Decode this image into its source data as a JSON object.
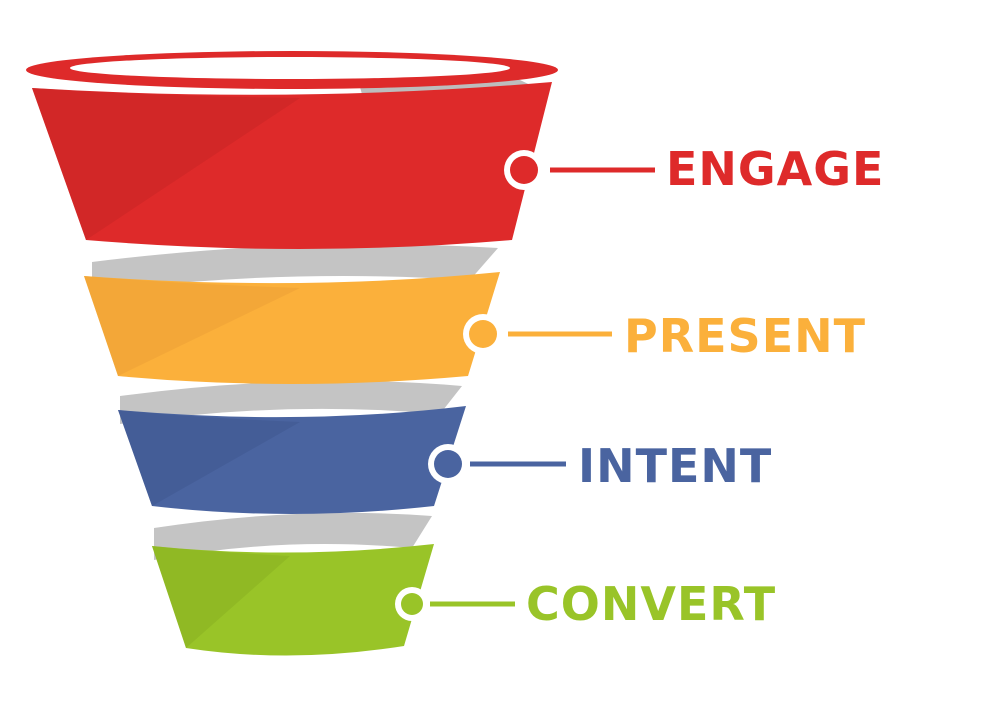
{
  "stages": [
    {
      "label": "ENGAGE",
      "color": "#de2a2a",
      "shade": "#c82424"
    },
    {
      "label": "PRESENT",
      "color": "#fbb03b",
      "shade": "#eda136"
    },
    {
      "label": "INTENT",
      "color": "#4a64a0",
      "shade": "#3f5790"
    },
    {
      "label": "CONVERT",
      "color": "#99c428",
      "shade": "#88b021"
    }
  ],
  "ribbon_color": "#c4c4c4"
}
